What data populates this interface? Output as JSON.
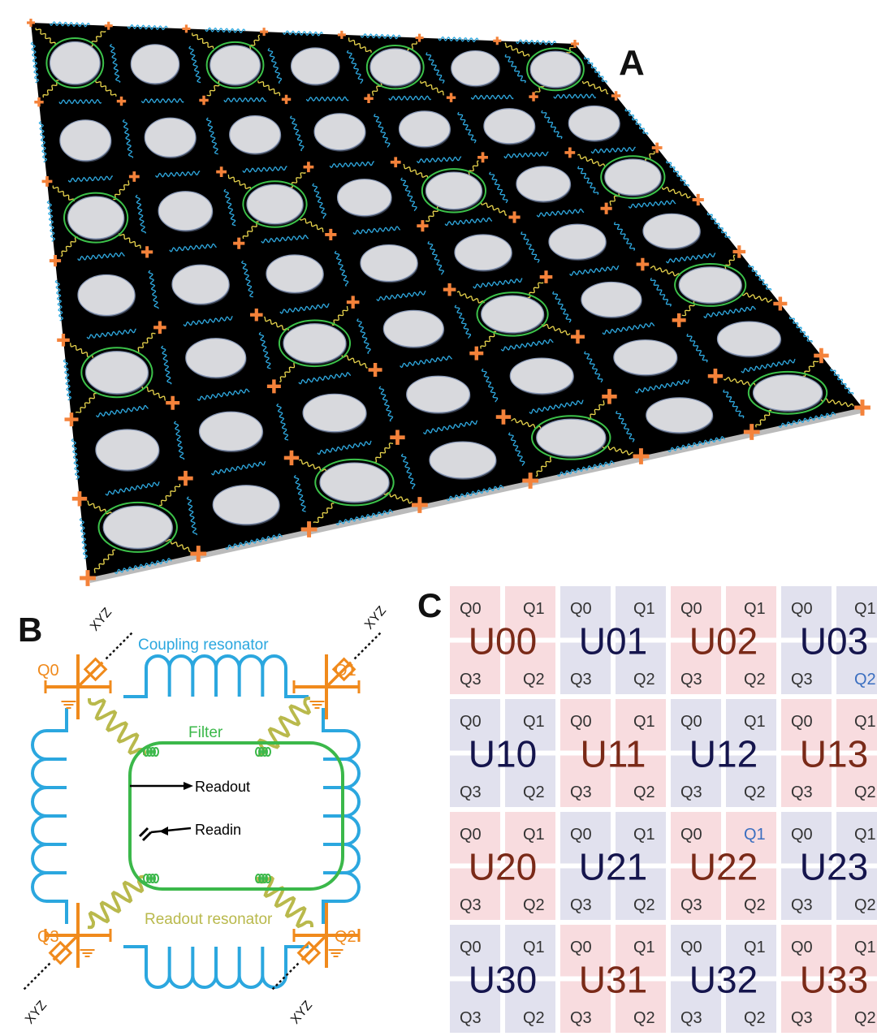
{
  "panel_a": {
    "label": "A",
    "rows": 7,
    "cols": 7,
    "filter_cells": [
      [
        0,
        0
      ],
      [
        0,
        2
      ],
      [
        0,
        4
      ],
      [
        0,
        6
      ],
      [
        2,
        0
      ],
      [
        2,
        2
      ],
      [
        2,
        4
      ],
      [
        2,
        6
      ],
      [
        4,
        0
      ],
      [
        4,
        2
      ],
      [
        4,
        4
      ],
      [
        4,
        6
      ],
      [
        6,
        0
      ],
      [
        6,
        2
      ],
      [
        6,
        4
      ],
      [
        6,
        6
      ]
    ],
    "colors": {
      "chip": "#000000",
      "disc": "#d8d9dd",
      "coupler": "#2fa9e0",
      "readout_line": "#e8d44d",
      "filter": "#3cc24a",
      "node": "#f4823a"
    }
  },
  "panel_b": {
    "label": "B",
    "texts": {
      "coupling": "Coupling resonator",
      "filter": "Filter",
      "readout": "Readout",
      "readin": "Readin",
      "readout_res": "Readout resonator",
      "xyz": "XYZ",
      "q0": "Q0",
      "q1": "Q1",
      "q2": "Q2",
      "q3": "Q3"
    },
    "colors": {
      "qubit": "#f08a1c",
      "coupler": "#2ba7df",
      "filter": "#3bb84a",
      "readout_res": "#b9b94c",
      "arrow": "#000000"
    }
  },
  "panel_c": {
    "label": "C",
    "sub_labels": [
      "Q0",
      "Q1",
      "Q3",
      "Q2"
    ],
    "units": [
      [
        "U00",
        "U01",
        "U02",
        "U03"
      ],
      [
        "U10",
        "U11",
        "U12",
        "U13"
      ],
      [
        "U20",
        "U21",
        "U22",
        "U23"
      ],
      [
        "U30",
        "U31",
        "U32",
        "U33"
      ]
    ],
    "highlight": [
      {
        "unit": "U03",
        "qubit": "Q2"
      },
      {
        "unit": "U22",
        "qubit": "Q1"
      }
    ],
    "colors": {
      "pink_bg": "#f8dcdf",
      "blue_bg": "#e1e1ee",
      "pink_text": "#7a2a18",
      "blue_text": "#15154d",
      "sub_text": "#333333",
      "highlight_text": "#3b6fc0"
    }
  }
}
